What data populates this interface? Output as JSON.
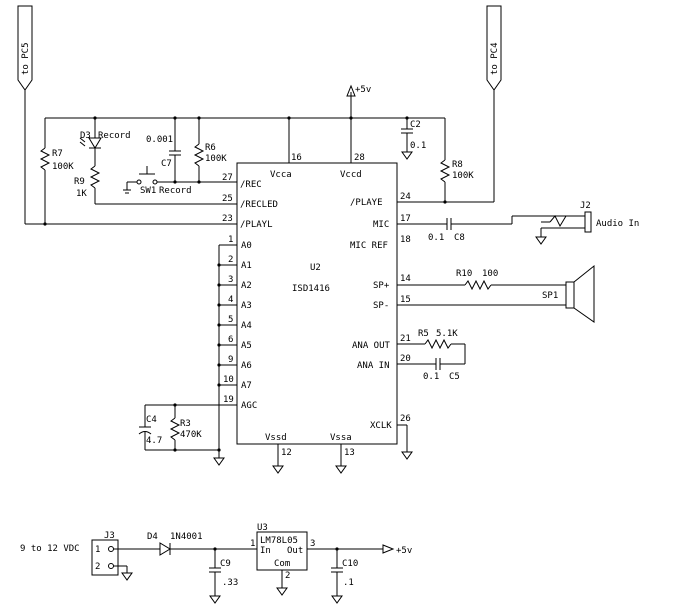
{
  "connectors": {
    "pc5": "to PC5",
    "pc4": "to PC4"
  },
  "power": {
    "vcc_top": "+5v",
    "vcc_reg": "+5v"
  },
  "chip": {
    "ref": "U2",
    "part": "ISD1416",
    "pins": {
      "p16": {
        "num": "16",
        "name": "Vcca"
      },
      "p28": {
        "num": "28",
        "name": "Vccd"
      },
      "p27": {
        "num": "27",
        "name": "/REC"
      },
      "p25": {
        "num": "25",
        "name": "/RECLED"
      },
      "p23": {
        "num": "23",
        "name": "/PLAYL"
      },
      "p1": {
        "num": "1",
        "name": "A0"
      },
      "p2": {
        "num": "2",
        "name": "A1"
      },
      "p3": {
        "num": "3",
        "name": "A2"
      },
      "p4": {
        "num": "4",
        "name": "A3"
      },
      "p5": {
        "num": "5",
        "name": "A4"
      },
      "p6": {
        "num": "6",
        "name": "A5"
      },
      "p9": {
        "num": "9",
        "name": "A6"
      },
      "p10": {
        "num": "10",
        "name": "A7"
      },
      "p19": {
        "num": "19",
        "name": "AGC"
      },
      "p24": {
        "num": "24",
        "name": "/PLAYE"
      },
      "p17": {
        "num": "17",
        "name": "MIC"
      },
      "p18": {
        "num": "18",
        "name": "MIC REF"
      },
      "p14": {
        "num": "14",
        "name": "SP+"
      },
      "p15": {
        "num": "15",
        "name": "SP-"
      },
      "p21": {
        "num": "21",
        "name": "ANA OUT"
      },
      "p20": {
        "num": "20",
        "name": "ANA IN"
      },
      "p26": {
        "num": "26",
        "name": "XCLK"
      },
      "p12": {
        "num": "12",
        "name": "Vssd"
      },
      "p13": {
        "num": "13",
        "name": "Vssa"
      }
    }
  },
  "components": {
    "r7": {
      "ref": "R7",
      "value": "100K"
    },
    "d3": {
      "ref": "D3",
      "label": "Record"
    },
    "r9": {
      "ref": "R9",
      "value": "1K"
    },
    "sw1": {
      "ref": "SW1",
      "label": "Record"
    },
    "c7": {
      "ref": "C7",
      "value": "0.001"
    },
    "r6": {
      "ref": "R6",
      "value": "100K"
    },
    "c2": {
      "ref": "C2",
      "value": "0.1"
    },
    "r8": {
      "ref": "R8",
      "value": "100K"
    },
    "j2": {
      "ref": "J2",
      "label": "Audio In"
    },
    "c8": {
      "ref": "C8",
      "value": "0.1"
    },
    "r10": {
      "ref": "R10",
      "value": "100"
    },
    "sp1": {
      "ref": "SP1"
    },
    "r5": {
      "ref": "R5",
      "value": "5.1K"
    },
    "c5": {
      "ref": "C5",
      "value": "0.1"
    },
    "c4": {
      "ref": "C4",
      "value": "4.7"
    },
    "r3": {
      "ref": "R3",
      "value": "470K"
    },
    "j3": {
      "ref": "J3",
      "pin1": "1",
      "pin2": "2"
    },
    "d4": {
      "ref": "D4",
      "value": "1N4001"
    },
    "c9": {
      "ref": "C9",
      "value": ".33"
    },
    "c10": {
      "ref": "C10",
      "value": ".1"
    },
    "u3": {
      "ref": "U3",
      "part": "LM78L05",
      "in": "In",
      "out": "Out",
      "com": "Com",
      "pin_in": "1",
      "pin_out": "3",
      "pin_com": "2"
    }
  },
  "supply_label": "9 to 12 VDC"
}
